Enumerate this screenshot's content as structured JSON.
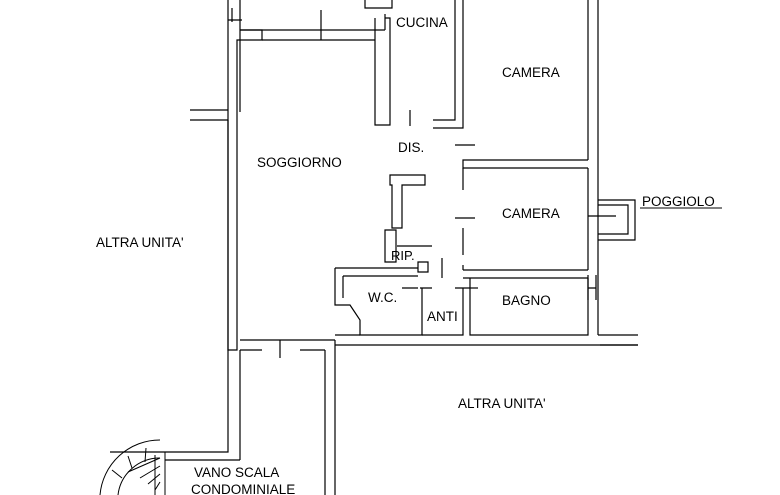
{
  "rooms": {
    "cucina": "CUCINA",
    "camera_top": "CAMERA",
    "camera_mid": "CAMERA",
    "soggiorno": "SOGGIORNO",
    "dis": "DIS.",
    "poggiolo": "POGGIOLO",
    "rip": "RIP.",
    "wc": "W.C.",
    "anti": "ANTI",
    "bagno": "BAGNO",
    "altra_unita_left": "ALTRA UNITA'",
    "altra_unita_bottom": "ALTRA UNITA'",
    "vano_scala_line1": "VANO SCALA",
    "vano_scala_line2": "CONDOMINIALE"
  }
}
